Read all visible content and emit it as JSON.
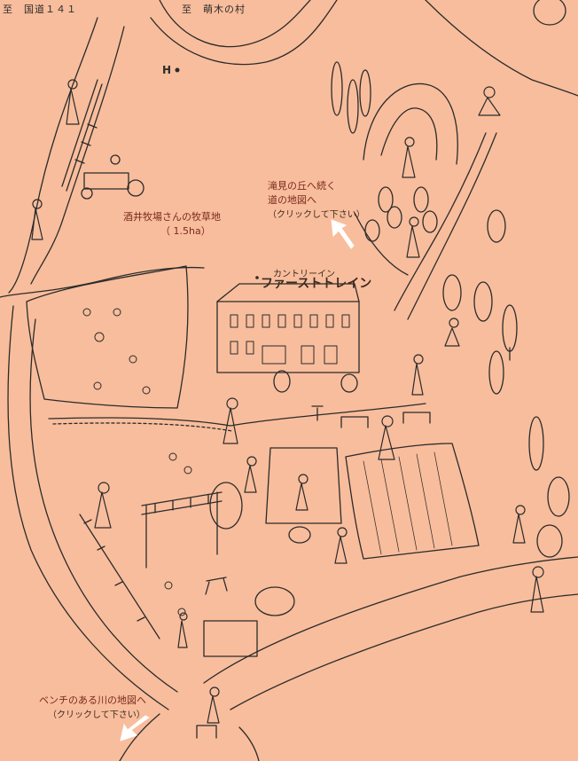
{
  "directions": {
    "left": "至　国道１４１",
    "right": "至　萌木の村"
  },
  "marker_h": "H",
  "pasture": {
    "name": "酒井牧場さんの牧草地",
    "area": "（ 1.5ha）"
  },
  "inn": {
    "small": "カントリーイン",
    "name": "ファーストトレイン"
  },
  "link_hill": {
    "line1": "滝見の丘へ続く",
    "line2": "道の地図へ",
    "line3": "（クリックして下さい）"
  },
  "link_river": {
    "line1": "ベンチのある川の地図へ",
    "line2": "（クリックして下さい）"
  },
  "colors": {
    "background": "#f8bd9c",
    "ink": "#2b2b2b",
    "label_red": "#7a2a1f",
    "arrow": "#ffffff"
  }
}
